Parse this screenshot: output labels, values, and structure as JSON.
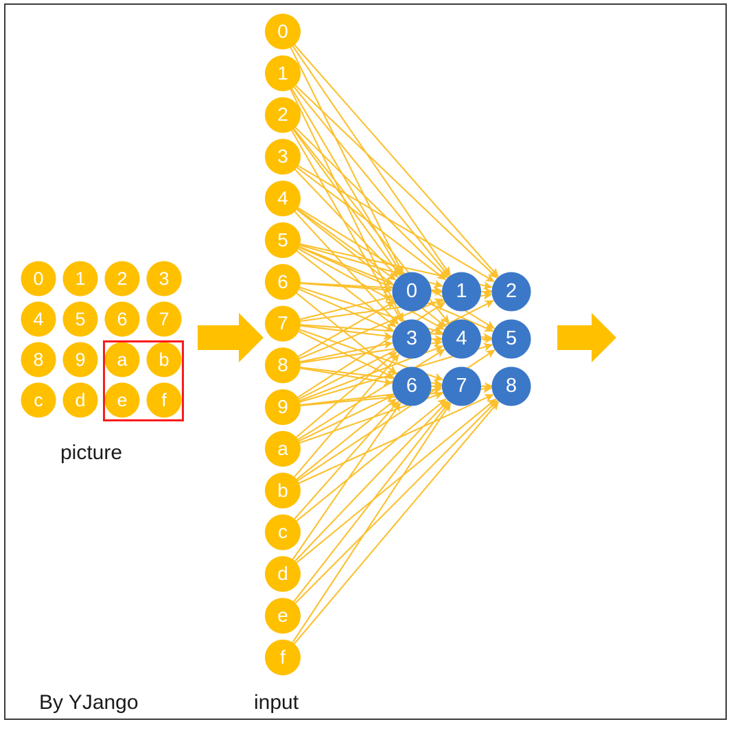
{
  "diagram": {
    "title_credit": "By YJango",
    "colors": {
      "orange_node": "#FFC000",
      "orange_line": "#FBC02D",
      "blue_node": "#3C78C8",
      "red_highlight": "#FC1A1A",
      "text_dark": "#1A1A1A",
      "node_label": "#FFFFFF",
      "background": "#FFFFFF",
      "frame_border": "#3B3B3B"
    },
    "picture": {
      "label": "picture",
      "grid": {
        "rows": 4,
        "cols": 4,
        "cells": [
          [
            "0",
            "1",
            "2",
            "3"
          ],
          [
            "4",
            "5",
            "6",
            "7"
          ],
          [
            "8",
            "9",
            "a",
            "b"
          ],
          [
            "c",
            "d",
            "e",
            "f"
          ]
        ]
      },
      "highlight": {
        "name": "receptive-field-box",
        "cells": [
          "a",
          "b",
          "e",
          "f"
        ],
        "color": "#FC1A1A"
      }
    },
    "input_layer": {
      "label": "input",
      "nodes": [
        "0",
        "1",
        "2",
        "3",
        "4",
        "5",
        "6",
        "7",
        "8",
        "9",
        "a",
        "b",
        "c",
        "d",
        "e",
        "f"
      ]
    },
    "output_layer": {
      "rows": 3,
      "cols": 3,
      "nodes": [
        [
          "0",
          "1",
          "2"
        ],
        [
          "3",
          "4",
          "5"
        ],
        [
          "6",
          "7",
          "8"
        ]
      ]
    },
    "arrows": [
      {
        "name": "arrow-picture-to-input",
        "direction": "right"
      },
      {
        "name": "arrow-output-to-next",
        "direction": "right"
      }
    ],
    "connections": {
      "description": "fully connected fan from 16 input nodes to 9 output nodes",
      "edges": [
        [
          0,
          0
        ],
        [
          0,
          1
        ],
        [
          0,
          2
        ],
        [
          1,
          0
        ],
        [
          1,
          1
        ],
        [
          1,
          2
        ],
        [
          1,
          3
        ],
        [
          2,
          0
        ],
        [
          2,
          1
        ],
        [
          2,
          3
        ],
        [
          2,
          4
        ],
        [
          3,
          0
        ],
        [
          3,
          1
        ],
        [
          3,
          2
        ],
        [
          4,
          0
        ],
        [
          4,
          3
        ],
        [
          4,
          4
        ],
        [
          4,
          5
        ],
        [
          5,
          0
        ],
        [
          5,
          1
        ],
        [
          5,
          2
        ],
        [
          5,
          3
        ],
        [
          5,
          4
        ],
        [
          5,
          5
        ],
        [
          6,
          0
        ],
        [
          6,
          1
        ],
        [
          6,
          3
        ],
        [
          6,
          4
        ],
        [
          6,
          6
        ],
        [
          7,
          0
        ],
        [
          7,
          2
        ],
        [
          7,
          3
        ],
        [
          7,
          5
        ],
        [
          7,
          6
        ],
        [
          7,
          7
        ],
        [
          8,
          0
        ],
        [
          8,
          1
        ],
        [
          8,
          3
        ],
        [
          8,
          4
        ],
        [
          8,
          6
        ],
        [
          8,
          7
        ],
        [
          9,
          1
        ],
        [
          9,
          2
        ],
        [
          9,
          4
        ],
        [
          9,
          5
        ],
        [
          9,
          7
        ],
        [
          9,
          8
        ],
        [
          10,
          3
        ],
        [
          10,
          4
        ],
        [
          10,
          6
        ],
        [
          10,
          7
        ],
        [
          11,
          3
        ],
        [
          11,
          5
        ],
        [
          11,
          6
        ],
        [
          11,
          8
        ],
        [
          12,
          6
        ],
        [
          12,
          7
        ],
        [
          13,
          6
        ],
        [
          13,
          7
        ],
        [
          13,
          8
        ],
        [
          14,
          7
        ],
        [
          14,
          8
        ],
        [
          15,
          7
        ],
        [
          15,
          8
        ]
      ]
    }
  }
}
